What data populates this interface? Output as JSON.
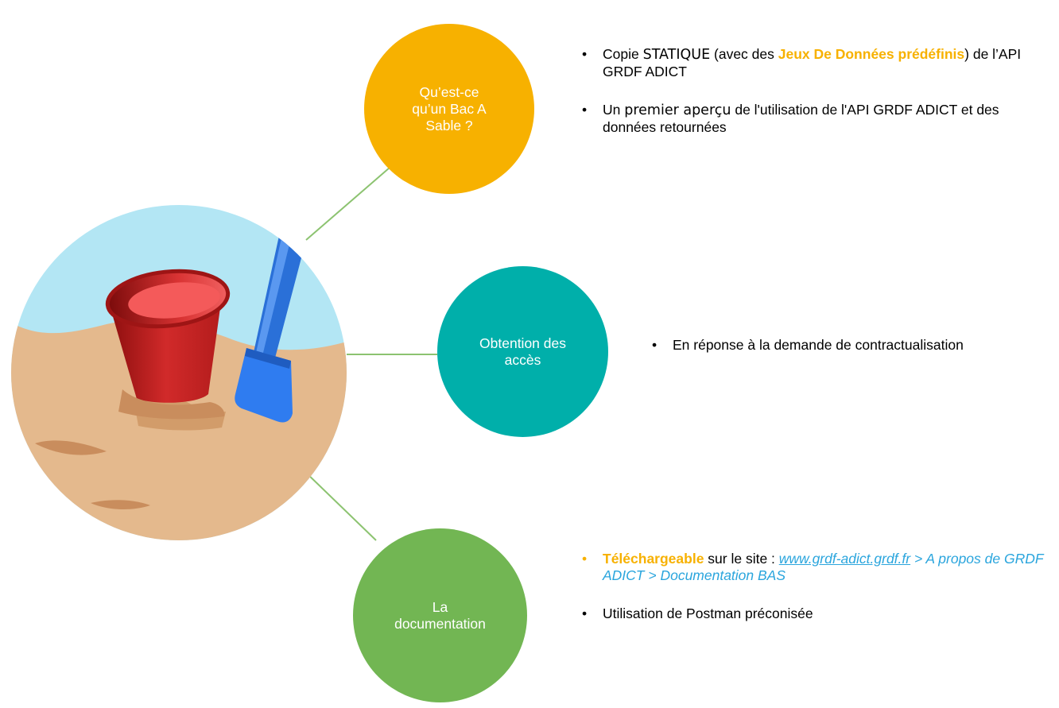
{
  "nodes": {
    "what_is": "Qu’est-ce\nqu’un Bac A\nSable ?",
    "access": "Obtention des\naccès",
    "docs": "La\ndocumentation"
  },
  "section_what_is": {
    "item1": {
      "part1": "Copie ",
      "bold": "STATIQUE",
      "part2": " (avec des ",
      "highlight": "Jeux De Données prédéfinis",
      "part3": ") de l’API GRDF ADICT"
    },
    "item2": {
      "part1": "Un ",
      "bold": "premier aperçu",
      "part2": " de l'utilisation de l'API GRDF ADICT et des données retournées"
    }
  },
  "section_access": {
    "item1": "En réponse à la demande de contractualisation"
  },
  "section_docs": {
    "item1": {
      "highlight": "Téléchargeable",
      "part1": " sur le site : ",
      "link": "www.grdf-adict.grdf.fr",
      "path": " > A propos de GRDF ADICT > Documentation BAS"
    },
    "item2": "Utilisation de Postman préconisée"
  },
  "bullet_char": "•",
  "colors": {
    "orange": "#f7b100",
    "teal": "#00afaa",
    "green": "#72b653",
    "connector": "#8cc370",
    "link": "#2aa5dd"
  },
  "icons": [
    "sand-bucket-and-shovel-illustration"
  ]
}
